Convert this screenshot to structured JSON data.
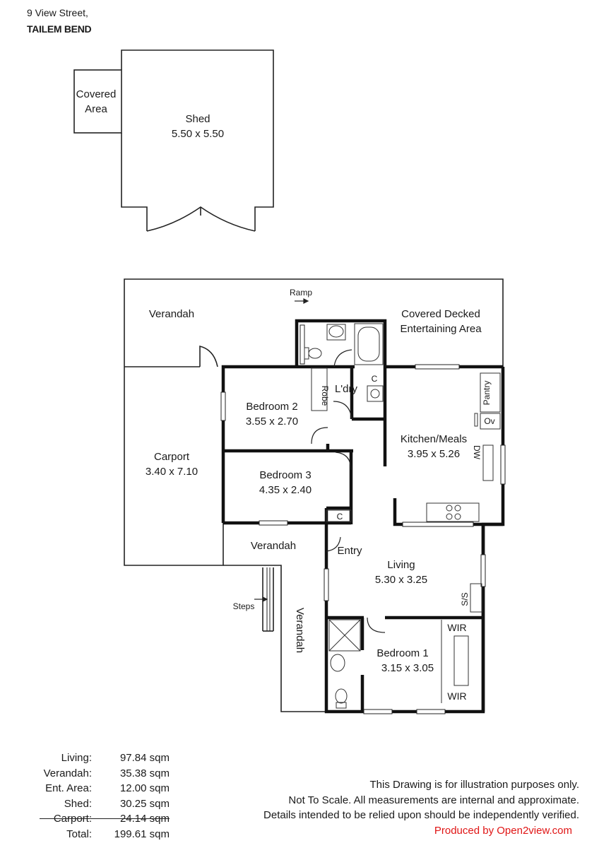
{
  "address": {
    "line1": "9 View Street,",
    "line2": "TAILEM BEND"
  },
  "rooms": {
    "covered_area": {
      "name_line1": "Covered",
      "name_line2": "Area"
    },
    "shed": {
      "name": "Shed",
      "dims": "5.50 x 5.50"
    },
    "ramp": "Ramp",
    "verandah_top": "Verandah",
    "decked": {
      "line1": "Covered Decked",
      "line2": "Entertaining Area"
    },
    "carport": {
      "name": "Carport",
      "dims": "3.40 x 7.10"
    },
    "bedroom2": {
      "name": "Bedroom 2",
      "dims": "3.55 x 2.70"
    },
    "robe": "Robe",
    "laundry": "L'dry",
    "cupboard": "C",
    "kitchen": {
      "name": "Kitchen/Meals",
      "dims": "3.95 x 5.26"
    },
    "pantry": "Pantry",
    "oven": "Ov",
    "dishwasher": "DW",
    "bedroom3": {
      "name": "Bedroom 3",
      "dims": "4.35 x 2.40"
    },
    "entry_cupboard": "C",
    "verandah_mid": "Verandah",
    "entry": "Entry",
    "living": {
      "name": "Living",
      "dims": "5.30 x 3.25"
    },
    "ss": "S/S",
    "steps": "Steps",
    "verandah_side": "Verandah",
    "bedroom1": {
      "name": "Bedroom 1",
      "dims": "3.15 x 3.05"
    },
    "wir1": "WIR",
    "wir2": "WIR"
  },
  "areas": [
    {
      "label": "Living:",
      "value": "97.84 sqm"
    },
    {
      "label": "Verandah:",
      "value": "35.38 sqm"
    },
    {
      "label": "Ent. Area:",
      "value": "12.00 sqm"
    },
    {
      "label": "Shed:",
      "value": "30.25 sqm"
    },
    {
      "label": "Carport:",
      "value": "24.14 sqm"
    },
    {
      "label": "Total:",
      "value": "199.61 sqm"
    }
  ],
  "disclaimer": {
    "line1": "This Drawing is for illustration purposes only.",
    "line2": "Not To Scale. All measurements are internal and approximate.",
    "line3": "Details intended to be relied upon should be independently verified.",
    "produced_by": "Produced by Open2view.com"
  }
}
